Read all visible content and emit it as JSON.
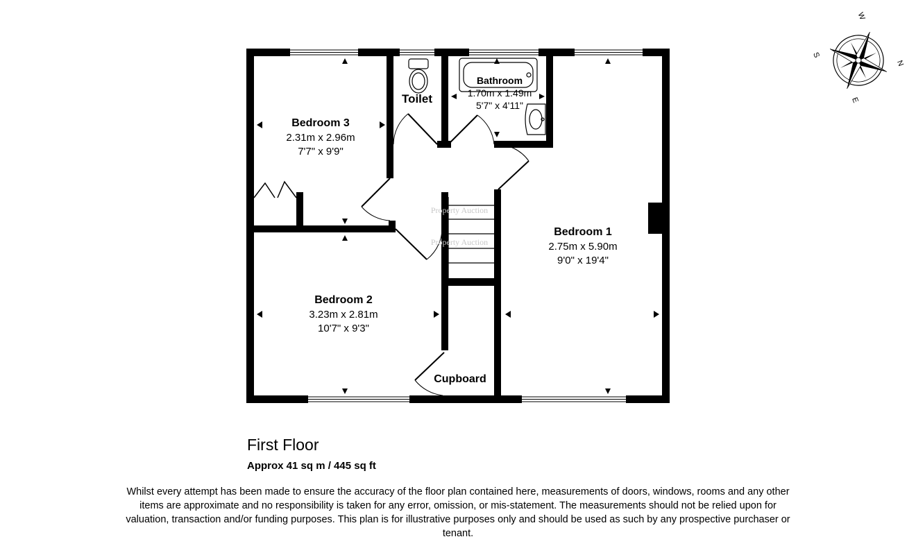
{
  "floor": {
    "title": "First Floor",
    "area": "Approx 41 sq m / 445 sq ft"
  },
  "rooms": {
    "bedroom3": {
      "name": "Bedroom 3",
      "metric": "2.31m x 2.96m",
      "imperial": "7'7\" x 9'9\""
    },
    "bedroom2": {
      "name": "Bedroom 2",
      "metric": "3.23m x 2.81m",
      "imperial": "10'7\" x 9'3\""
    },
    "bedroom1": {
      "name": "Bedroom 1",
      "metric": "2.75m x 5.90m",
      "imperial": "9'0\" x 19'4\""
    },
    "bathroom": {
      "name": "Bathroom",
      "metric": "1.70m x 1.49m",
      "imperial": "5'7\" x 4'11\""
    },
    "toilet": {
      "name": "Toilet"
    },
    "cupboard": {
      "name": "Cupboard"
    }
  },
  "watermark": {
    "line1": "Property Auction",
    "line2": "Property Auction"
  },
  "compass": {
    "n": "N",
    "s": "S",
    "e": "E",
    "w": "W"
  },
  "disclaimer": "Whilst every attempt has been made to ensure the accuracy of the floor plan contained here, measurements of doors, windows, rooms and any other items are approximate and no responsibility is taken for any error, omission, or mis-statement. The measurements should not be relied upon for valuation, transaction and/or funding purposes. This plan is for illustrative purposes only and should be used as such by any prospective purchaser or tenant.",
  "colors": {
    "wall": "#000000",
    "background": "#ffffff",
    "watermark": "#c8c8c8"
  }
}
